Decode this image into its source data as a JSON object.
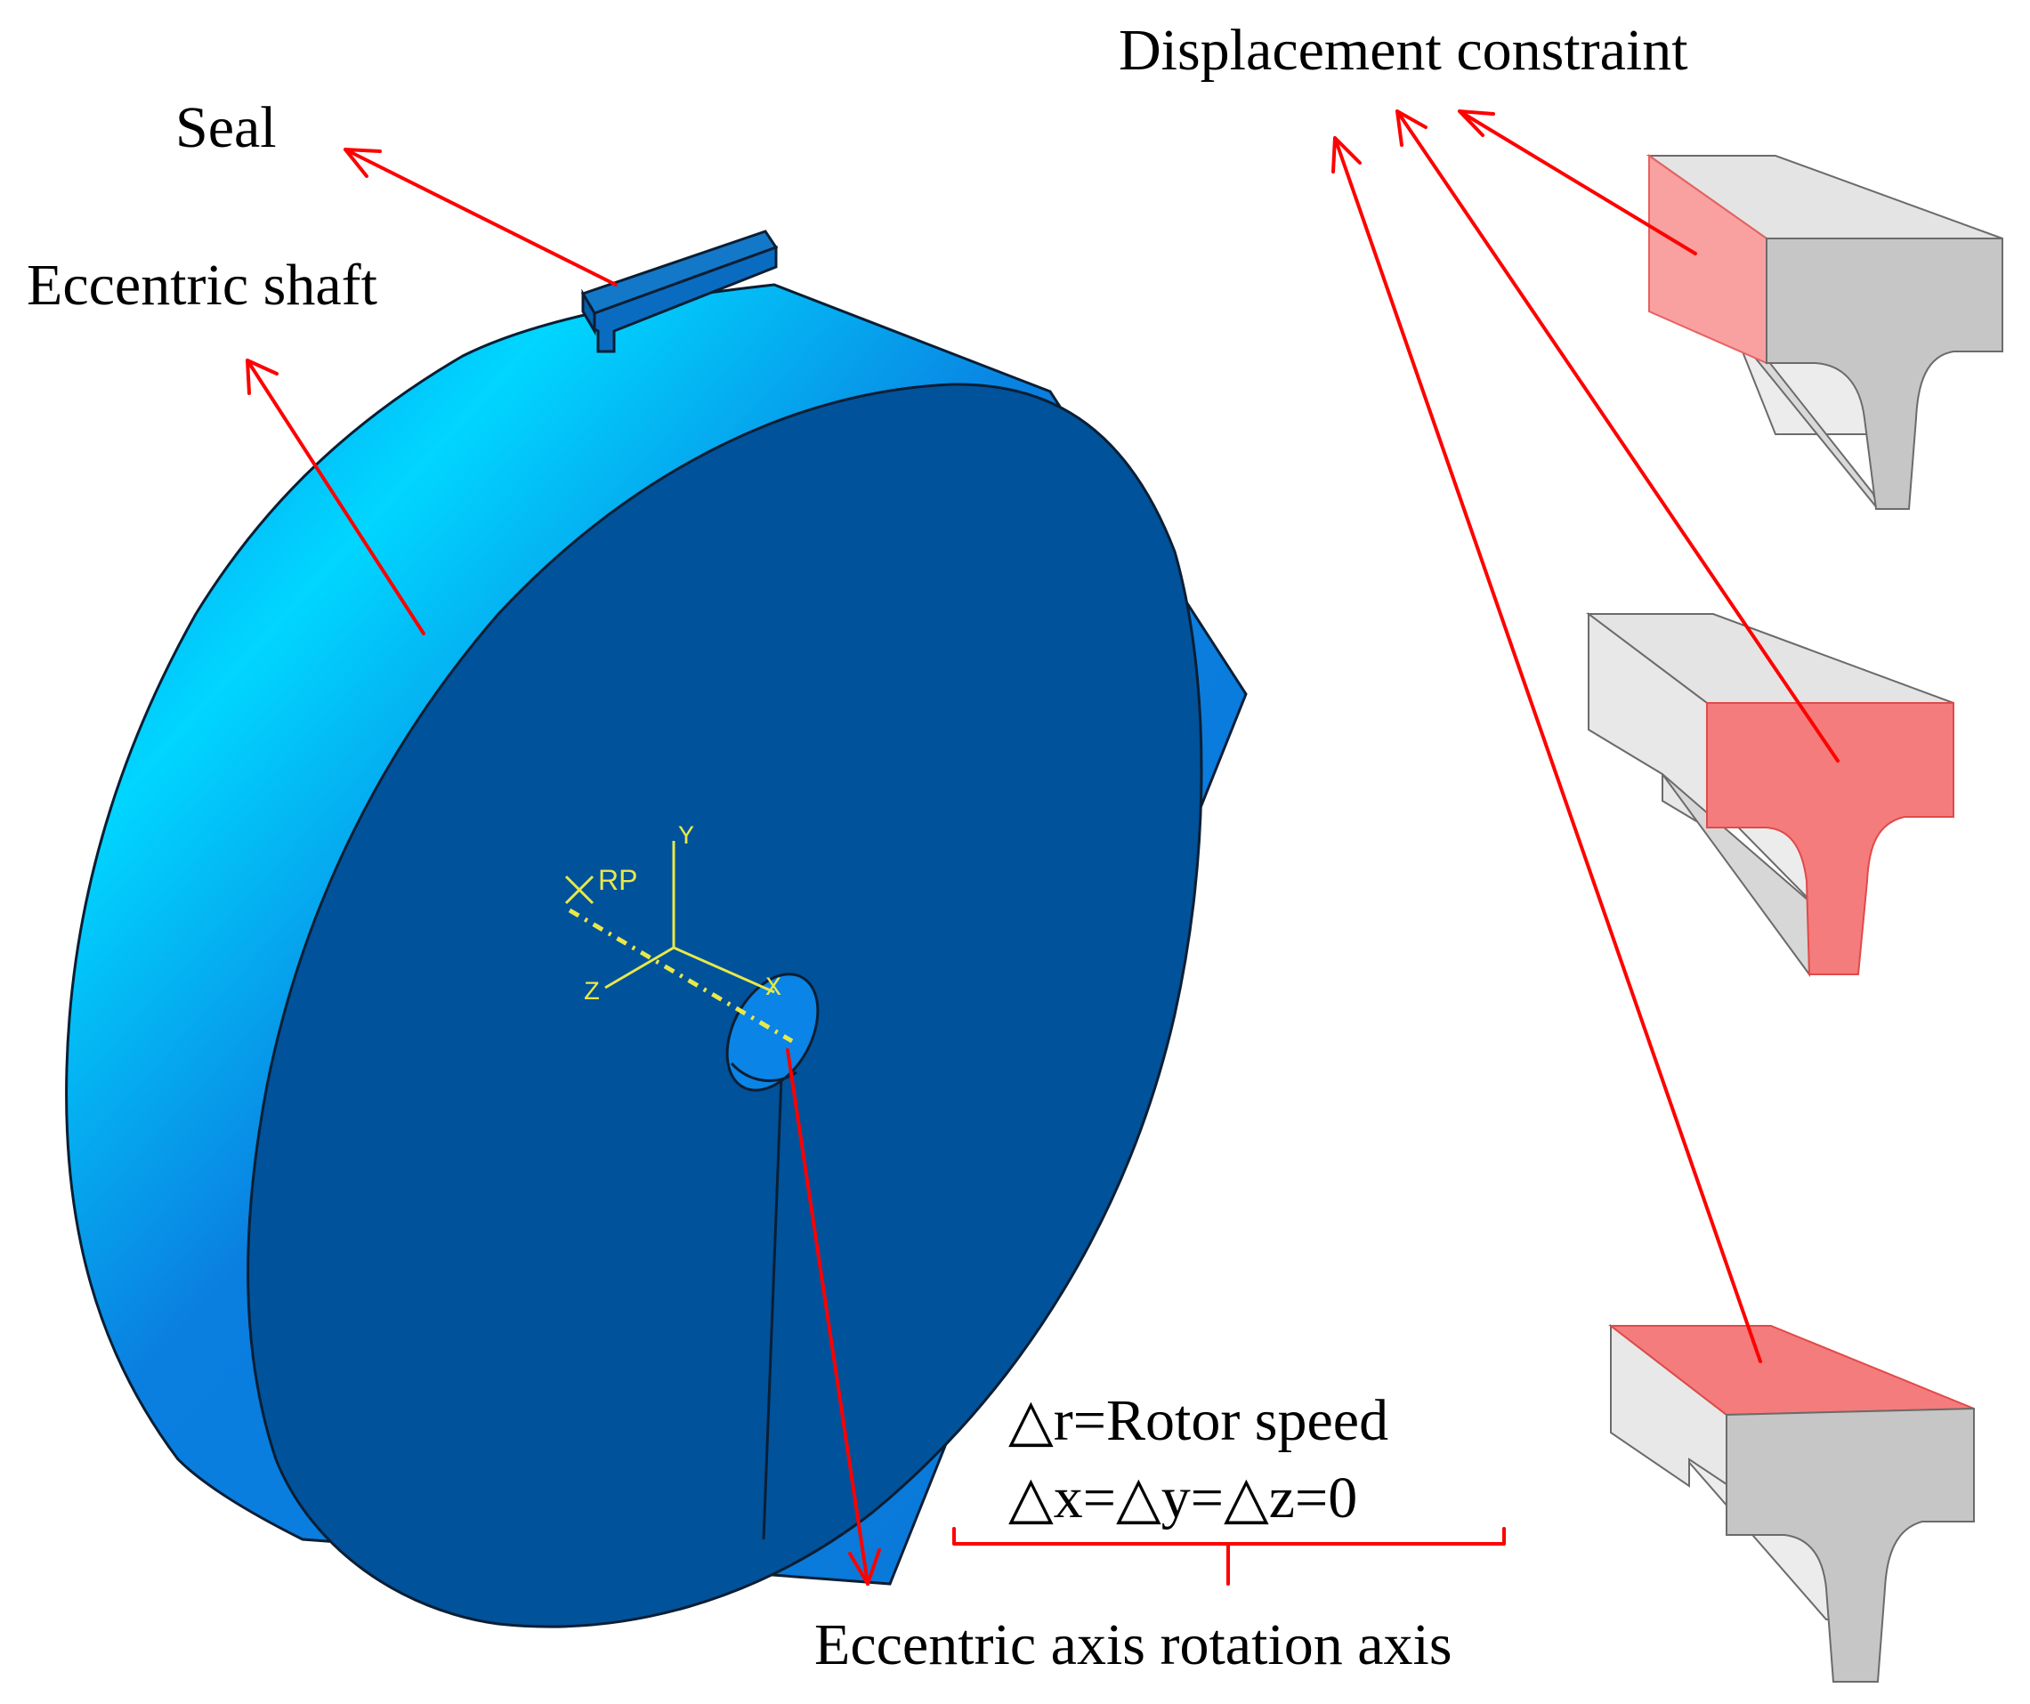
{
  "labels": {
    "seal": "Seal",
    "eccentric_shaft": "Eccentric shaft",
    "displacement_constraint": "Displacement constraint",
    "rotor_speed_eq": "△r=Rotor speed",
    "zero_disp_eq": "△x=△y=△z=0",
    "rotation_axis": "Eccentric axis rotation axis"
  },
  "axes": {
    "x": "X",
    "y": "Y",
    "z": "Z",
    "rp": "RP"
  },
  "colors": {
    "disk_rim": "#0a7fe0",
    "disk_rim_highlight": "#00d8ff",
    "disk_face": "#00529a",
    "arrow": "#ff0000",
    "constraint_face": "#f47c7c",
    "seal_gray": "#c8c8c8",
    "axis_yellow": "#e8e84a"
  }
}
